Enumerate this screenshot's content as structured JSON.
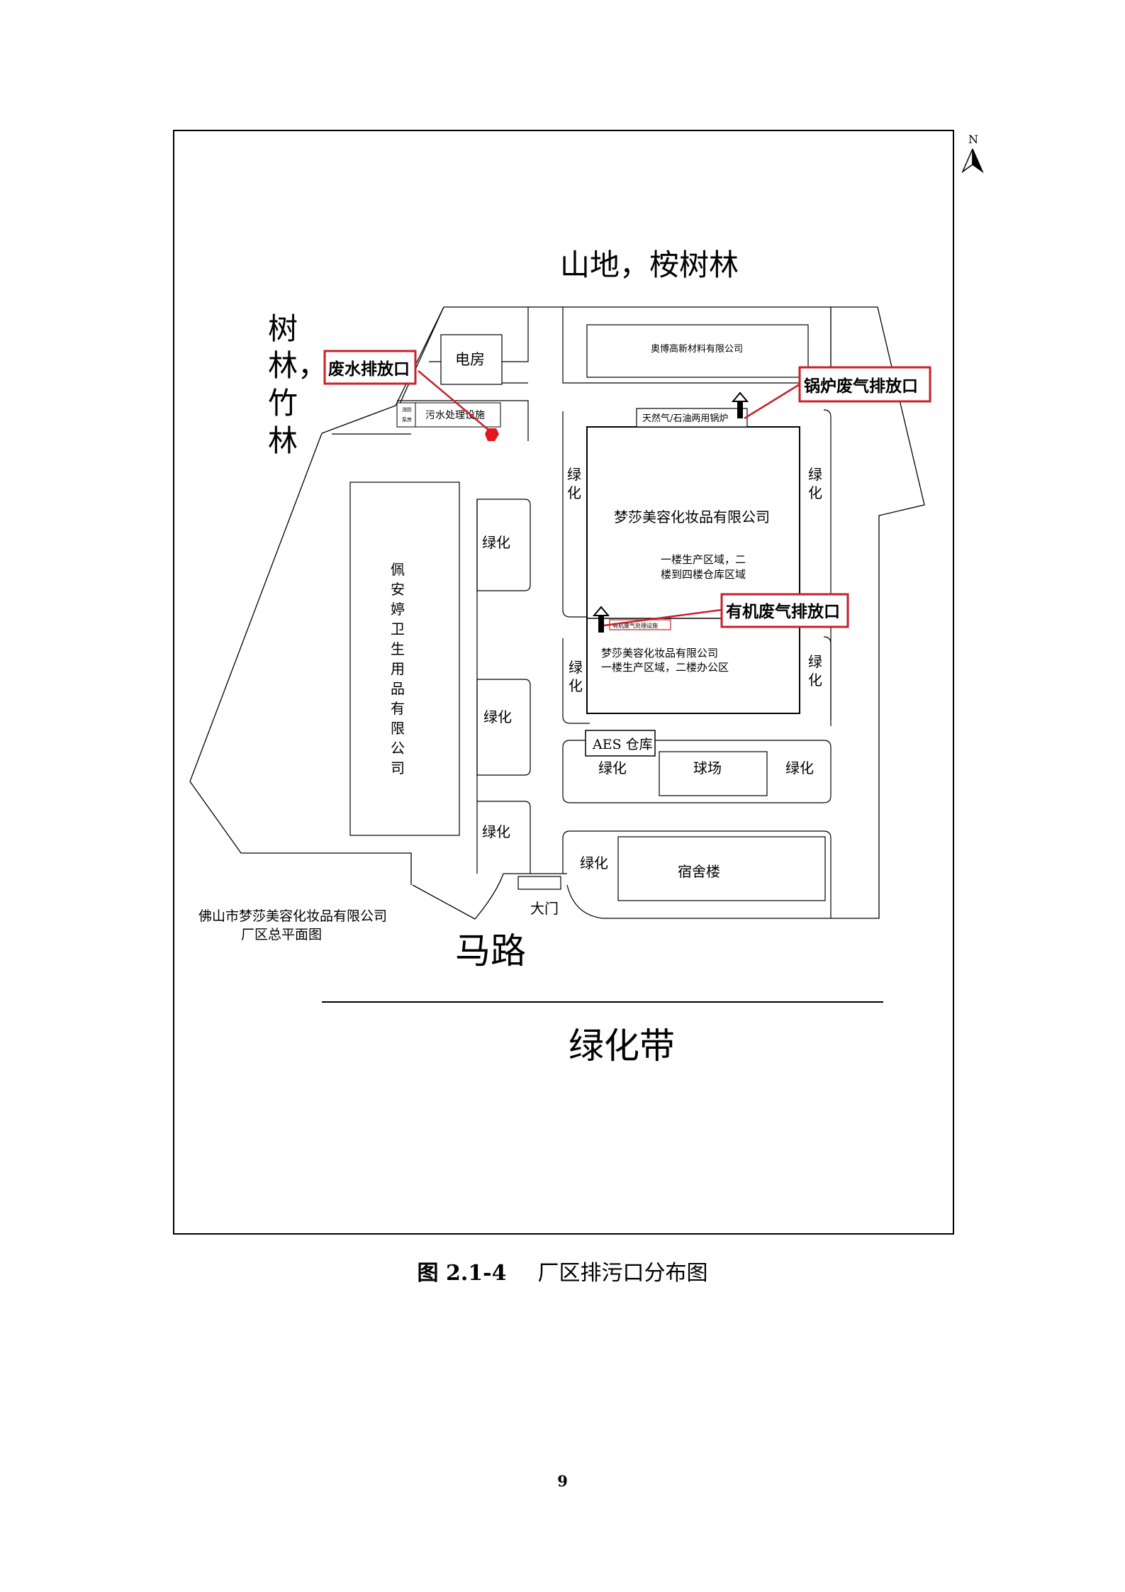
{
  "surroundings": {
    "north": "山地，桉树林",
    "west": "树林，竹林",
    "road": "马路",
    "greenbelt": "绿化带"
  },
  "compass": {
    "label": "N"
  },
  "buildings": {
    "power_room": "电房",
    "pump_room": "消\n防\n泵\n房",
    "wastewater_facility": "污水处理设施",
    "neighbor_north": "奥博高新材料有限公司",
    "boiler": "天然气/石油两用锅炉",
    "main_company": "梦莎美容化妆品有限公司",
    "main_desc_1": "一楼生产区域，二",
    "main_desc_2": "楼到四楼仓库区域",
    "organic_facility": "有机废气处理设施",
    "south_company": "梦莎美容化妆品有限公司",
    "south_desc": "一楼生产区域，二楼办公区",
    "west_neighbor": "佩安婷卫生用品有限公司",
    "aes_warehouse": "AES 仓库",
    "court": "球场",
    "dormitory": "宿舍楼",
    "gate": "大门"
  },
  "greenery": {
    "label": "绿化",
    "label_v1": "绿",
    "label_v2": "化"
  },
  "outlets": {
    "wastewater": "废水排放口",
    "boiler_gas": "锅炉废气排放口",
    "organic_gas": "有机废气排放口"
  },
  "plan_title": {
    "line1": "佛山市梦莎美容化妆品有限公司",
    "line2": "厂区总平面图"
  },
  "colors": {
    "outlet_red": "#c8202a",
    "line": "#000000"
  },
  "caption": {
    "number": "图 2.1-4",
    "text": "厂区排污口分布图"
  },
  "page_number": "9"
}
